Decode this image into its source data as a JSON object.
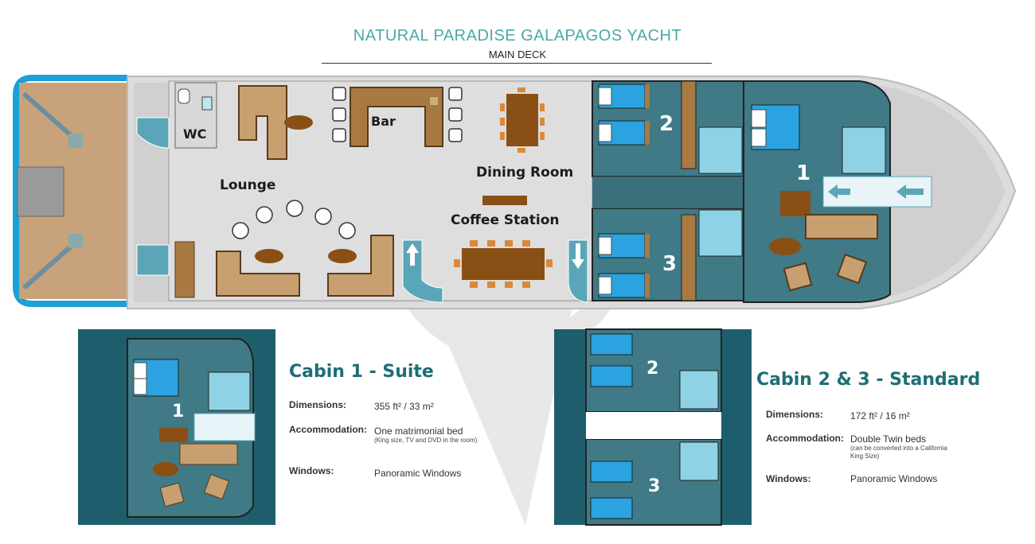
{
  "header": {
    "title": "NATURAL PARADISE GALAPAGOS YACHT",
    "subtitle": "MAIN DECK"
  },
  "deck": {
    "rooms": {
      "wc": "WC",
      "bar": "Bar",
      "lounge": "Lounge",
      "dining": "Dining Room",
      "coffee": "Coffee Station"
    },
    "cabins": [
      "1",
      "2",
      "3"
    ]
  },
  "suite": {
    "title": "Cabin 1 - Suite",
    "dimensions_label": "Dimensions:",
    "dimensions_value": "355 ft² / 33 m²",
    "accommodation_label": "Accommodation:",
    "accommodation_value": "One matrimonial bed",
    "accommodation_note": "(King size, TV and DVD in the room)",
    "windows_label": "Windows:",
    "windows_value": "Panoramic Windows",
    "cabin_number": "1"
  },
  "standard": {
    "title": "Cabin 2 & 3 - Standard",
    "dimensions_label": "Dimensions:",
    "dimensions_value": "172 ft² / 16 m²",
    "accommodation_label": "Accommodation:",
    "accommodation_value": "Double Twin beds",
    "accommodation_note": "(can be converted into a California King Size)",
    "windows_label": "Windows:",
    "windows_value": "Panoramic Windows",
    "cabin_numbers": [
      "2",
      "3"
    ]
  },
  "colors": {
    "hull": "#dcdcdc",
    "cabin": "#3f7a86",
    "cabin_dark": "#2f6a77",
    "bed": "#2aa3e0",
    "furniture": "#a87a42",
    "stern_deck": "#c8a27a",
    "outline": "#1ba0d8",
    "title": "#4aa8a8"
  }
}
